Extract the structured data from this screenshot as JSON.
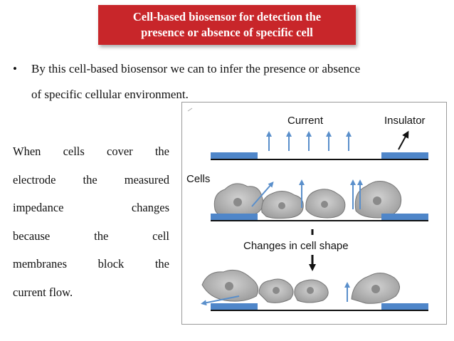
{
  "slide": {
    "title_line1": "Cell-based biosensor for detection the",
    "title_line2": "presence or absence of specific cell",
    "bullet_marker": "•",
    "bullet_line1": "By this cell-based biosensor we can to infer the presence or absence",
    "bullet_line2": "of specific cellular environment.",
    "paragraph_lines": [
      [
        "When",
        "cells",
        "cover",
        "the"
      ],
      [
        "electrode",
        "the",
        "measured"
      ],
      [
        "impedance",
        "changes"
      ],
      [
        "because",
        "the",
        "cell"
      ],
      [
        "membranes",
        "block",
        "the"
      ],
      [
        "current flow."
      ]
    ],
    "colors": {
      "title_bg": "#c8262a",
      "electrode": "#4f86c9",
      "arrow": "#5a8fcb",
      "cell": "#b4b4b4"
    }
  },
  "figure": {
    "label_current": "Current",
    "label_insulator": "Insulator",
    "label_cells": "Cells",
    "label_changes": "Changes in cell shape"
  }
}
